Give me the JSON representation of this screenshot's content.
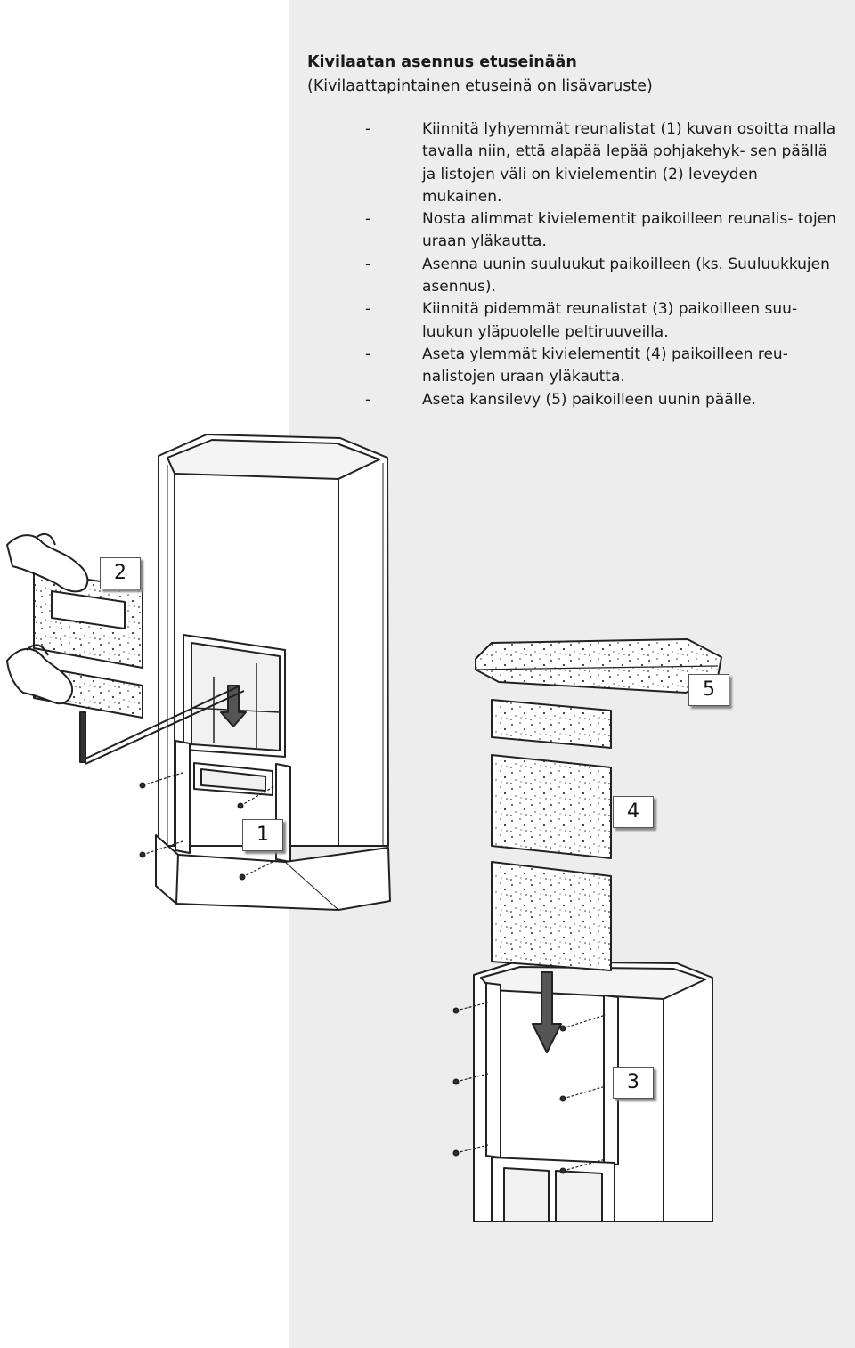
{
  "heading": {
    "title": "Kivilaatan asennus etuseinään",
    "subtitle": "(Kivilaattapintainen etuseinä on lisävaruste)"
  },
  "steps": [
    {
      "dash": "-",
      "text": "Kiinnitä lyhyemmät reunalistat (1) kuvan osoitta malla tavalla niin, että alapää lepää pohjakehyk- sen päällä ja listojen väli on kivielementin (2) leveyden mukainen."
    },
    {
      "dash": "-",
      "text": "Nosta alimmat kivielementit paikoilleen reunalis- tojen uraan yläkautta."
    },
    {
      "dash": "-",
      "text": "Asenna uunin suuluukut paikoilleen (ks. Suuluukkujen asennus)."
    },
    {
      "dash": "-",
      "text": "Kiinnitä pidemmät reunalistat (3) paikoilleen suu- luukun yläpuolelle peltiruuveilla."
    },
    {
      "dash": "-",
      "text": "Aseta ylemmät kivielementit (4) paikoilleen reu- nalistojen uraan yläkautta."
    },
    {
      "dash": "-",
      "text": "Aseta kansilevy (5) paikoilleen uunin päälle."
    }
  ],
  "callouts": {
    "c1": "1",
    "c2": "2",
    "c3": "3",
    "c4": "4",
    "c5": "5"
  },
  "colors": {
    "panel": "#ededed",
    "line": "#222222"
  }
}
